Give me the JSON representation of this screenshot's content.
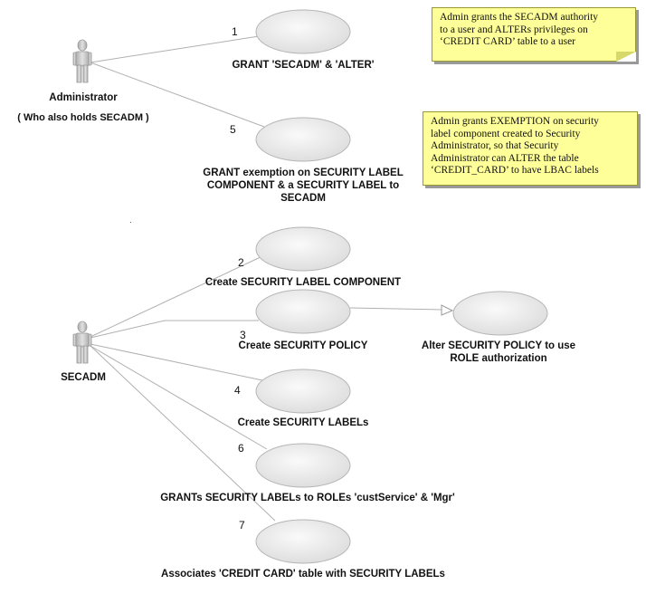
{
  "actors": [
    {
      "id": "administrator",
      "name": "Administrator",
      "subtitle": "( Who also holds SECADM )"
    },
    {
      "id": "secadm",
      "name": "SECADM",
      "subtitle": ""
    }
  ],
  "use_cases": [
    {
      "id": "uc1",
      "number": "1",
      "label": "GRANT 'SECADM' & 'ALTER'"
    },
    {
      "id": "uc5",
      "number": "5",
      "label": "GRANT exemption on SECURITY LABEL\nCOMPONENT  &  a SECURITY LABEL to\nSECADM"
    },
    {
      "id": "uc2",
      "number": "2",
      "label": "Create SECURITY LABEL COMPONENT"
    },
    {
      "id": "uc3",
      "number": "3",
      "label": "Create SECURITY POLICY"
    },
    {
      "id": "uc_alter",
      "number": "",
      "label": "Alter SECURITY POLICY to use\nROLE authorization"
    },
    {
      "id": "uc4",
      "number": "4",
      "label": "Create SECURITY LABELs"
    },
    {
      "id": "uc6",
      "number": "6",
      "label": "GRANTs SECURITY LABELs to ROLEs 'custService' & 'Mgr'"
    },
    {
      "id": "uc7",
      "number": "7",
      "label": "Associates 'CREDIT CARD' table with SECURITY LABELs"
    }
  ],
  "notes": [
    {
      "id": "note1",
      "text": "Admin grants the SECADM authority\nto a user and ALTERs privileges on\n‘CREDIT  CARD’ table to a user"
    },
    {
      "id": "note2",
      "text": "Admin grants EXEMPTION  on security\nlabel component created to Security\nAdministrator, so that Security\nAdministrator can ALTER the table\n‘CREDIT_CARD’ to have LBAC labels"
    }
  ],
  "relationships": [
    {
      "from": "administrator",
      "to": "uc1",
      "kind": "association"
    },
    {
      "from": "administrator",
      "to": "uc5",
      "kind": "association"
    },
    {
      "from": "secadm",
      "to": "uc2",
      "kind": "association"
    },
    {
      "from": "secadm",
      "to": "uc3",
      "kind": "association"
    },
    {
      "from": "secadm",
      "to": "uc4",
      "kind": "association"
    },
    {
      "from": "secadm",
      "to": "uc6",
      "kind": "association"
    },
    {
      "from": "secadm",
      "to": "uc7",
      "kind": "association"
    },
    {
      "from": "uc3",
      "to": "uc_alter",
      "kind": "generalization"
    }
  ],
  "colors": {
    "use_case_fill": "#ececec",
    "use_case_stroke": "#b5b5b5",
    "line": "#b0b0b0",
    "actor": "#c8c8c8",
    "note_fill": "#ffff99"
  }
}
